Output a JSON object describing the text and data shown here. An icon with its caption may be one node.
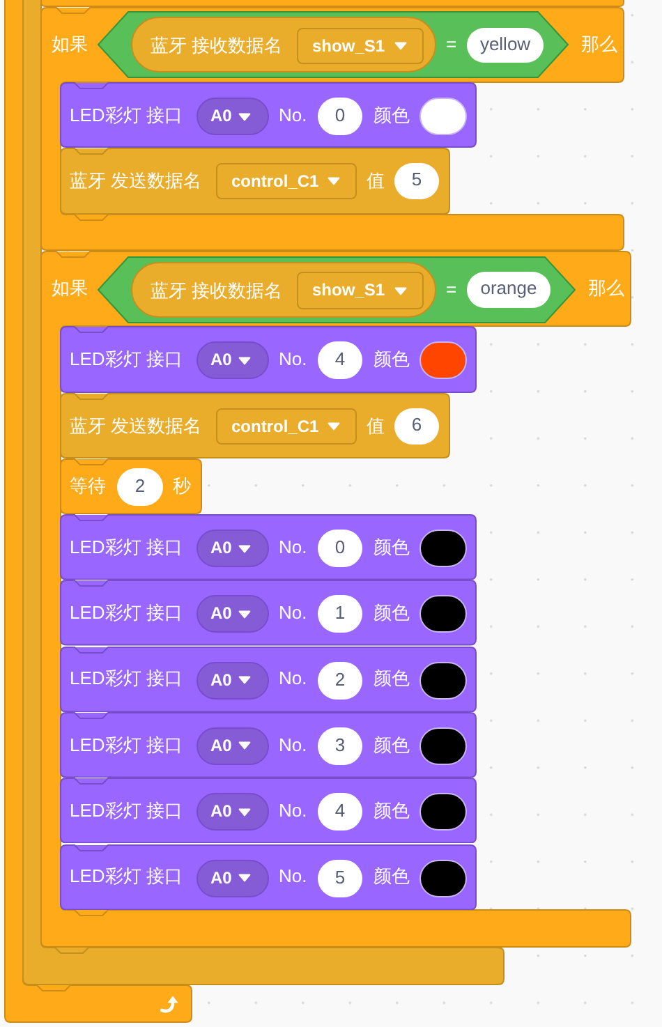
{
  "diagram": {
    "nodes": [
      {
        "text": [],
        "shape": "box"
      },
      {
        "text": [],
        "shape": "box"
      },
      {
        "text": [],
        "shape": "box"
      },
      {
        "text": [
          "如果",
          "那么"
        ]
      },
      {
        "text": [
          "="
        ],
        "in": 3
      },
      {
        "text": [
          "蓝牙 接收数据名"
        ],
        "in": 4
      },
      {
        "text": [
          "show_S1"
        ],
        "in": 5
      },
      {
        "text": [
          "yellow"
        ],
        "in": 4
      },
      {
        "text": [
          "LED彩灯 接口",
          "No.",
          "颜色"
        ],
        "in": 3
      },
      {
        "text": [
          "A0"
        ],
        "in": 8
      },
      {
        "text": [
          "0"
        ],
        "in": 8
      },
      {
        "text": [],
        "shape": "oval",
        "in": 8
      },
      {
        "text": [
          "蓝牙 发送数据名",
          "值"
        ],
        "in": 3
      },
      {
        "text": [
          "control_C1"
        ],
        "in": 12
      },
      {
        "text": [
          "5"
        ],
        "in": 12
      },
      {
        "text": [
          "如果",
          "那么"
        ]
      },
      {
        "text": [
          "="
        ],
        "in": 15
      },
      {
        "text": [
          "蓝牙 接收数据名"
        ],
        "in": 16
      },
      {
        "text": [
          "show_S1"
        ],
        "in": 17
      },
      {
        "text": [
          "orange"
        ],
        "in": 16
      },
      {
        "text": [
          "LED彩灯 接口",
          "No.",
          "颜色"
        ],
        "in": 15
      },
      {
        "text": [
          "A0"
        ],
        "in": 20
      },
      {
        "text": [
          "4"
        ],
        "in": 20
      },
      {
        "text": [],
        "shape": "oval",
        "in": 20
      },
      {
        "text": [
          "蓝牙 发送数据名",
          "值"
        ],
        "in": 15
      },
      {
        "text": [
          "control_C1"
        ],
        "in": 24
      },
      {
        "text": [
          "6"
        ],
        "in": 24
      },
      {
        "text": [
          "等待",
          "秒"
        ],
        "in": 15
      },
      {
        "text": [
          "2"
        ],
        "in": 27
      },
      {
        "text": [
          "LED彩灯 接口",
          "No.",
          "颜色"
        ],
        "in": 15
      },
      {
        "text": [
          "A0"
        ],
        "in": 29
      },
      {
        "text": [
          "0"
        ],
        "in": 29
      },
      {
        "text": [],
        "shape": "oval",
        "in": 29
      },
      {
        "text": [
          "LED彩灯 接口",
          "No.",
          "颜色"
        ],
        "in": 15
      },
      {
        "text": [
          "A0"
        ],
        "in": 33
      },
      {
        "text": [
          "1"
        ],
        "in": 33
      },
      {
        "text": [],
        "shape": "oval",
        "in": 33
      },
      {
        "text": [
          "LED彩灯 接口",
          "No.",
          "颜色"
        ],
        "in": 15
      },
      {
        "text": [
          "A0"
        ],
        "in": 37
      },
      {
        "text": [
          "2"
        ],
        "in": 37
      },
      {
        "text": [],
        "shape": "oval",
        "in": 37
      },
      {
        "text": [
          "LED彩灯 接口",
          "No.",
          "颜色"
        ],
        "in": 15
      },
      {
        "text": [
          "A0"
        ],
        "in": 41
      },
      {
        "text": [
          "3"
        ],
        "in": 41
      },
      {
        "text": [],
        "shape": "oval",
        "in": 41
      },
      {
        "text": [
          "LED彩灯 接口",
          "No.",
          "颜色"
        ],
        "in": 15
      },
      {
        "text": [
          "A0"
        ],
        "in": 45
      },
      {
        "text": [
          "4"
        ],
        "in": 45
      },
      {
        "text": [],
        "shape": "oval",
        "in": 45
      },
      {
        "text": [
          "LED彩灯 接口",
          "No.",
          "颜色"
        ],
        "in": 15
      },
      {
        "text": [
          "A0"
        ],
        "in": 49
      },
      {
        "text": [
          "5"
        ],
        "in": 49
      },
      {
        "text": [],
        "shape": "oval",
        "in": 49
      }
    ]
  }
}
